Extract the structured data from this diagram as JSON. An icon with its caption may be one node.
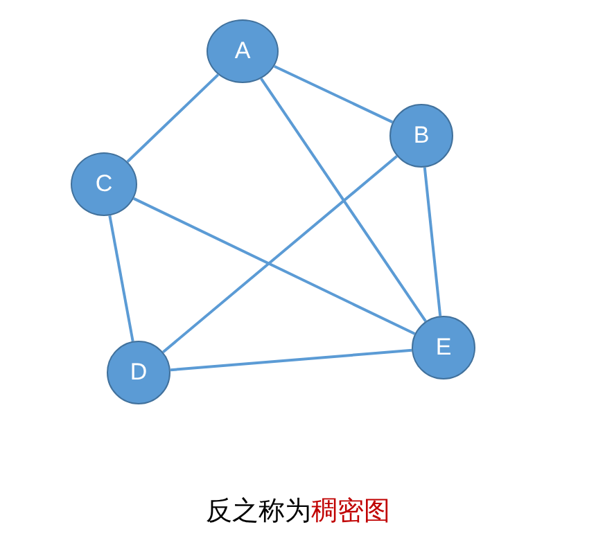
{
  "diagram": {
    "caption": "反之称为**稠密图**",
    "nodes": [
      {
        "text": [
          "A"
        ]
      },
      {
        "text": [
          "B"
        ]
      },
      {
        "text": [
          "C"
        ]
      },
      {
        "text": [
          "D"
        ]
      },
      {
        "text": [
          "E"
        ]
      }
    ],
    "edges": [
      {
        "from": 0,
        "to": 1,
        "arrow": "none"
      },
      {
        "from": 0,
        "to": 2,
        "arrow": "none"
      },
      {
        "from": 0,
        "to": 4,
        "arrow": "none"
      },
      {
        "from": 1,
        "to": 3,
        "arrow": "none"
      },
      {
        "from": 1,
        "to": 4,
        "arrow": "none"
      },
      {
        "from": 2,
        "to": 3,
        "arrow": "none"
      },
      {
        "from": 2,
        "to": 4,
        "arrow": "none"
      },
      {
        "from": 3,
        "to": 4,
        "arrow": "none"
      }
    ]
  }
}
